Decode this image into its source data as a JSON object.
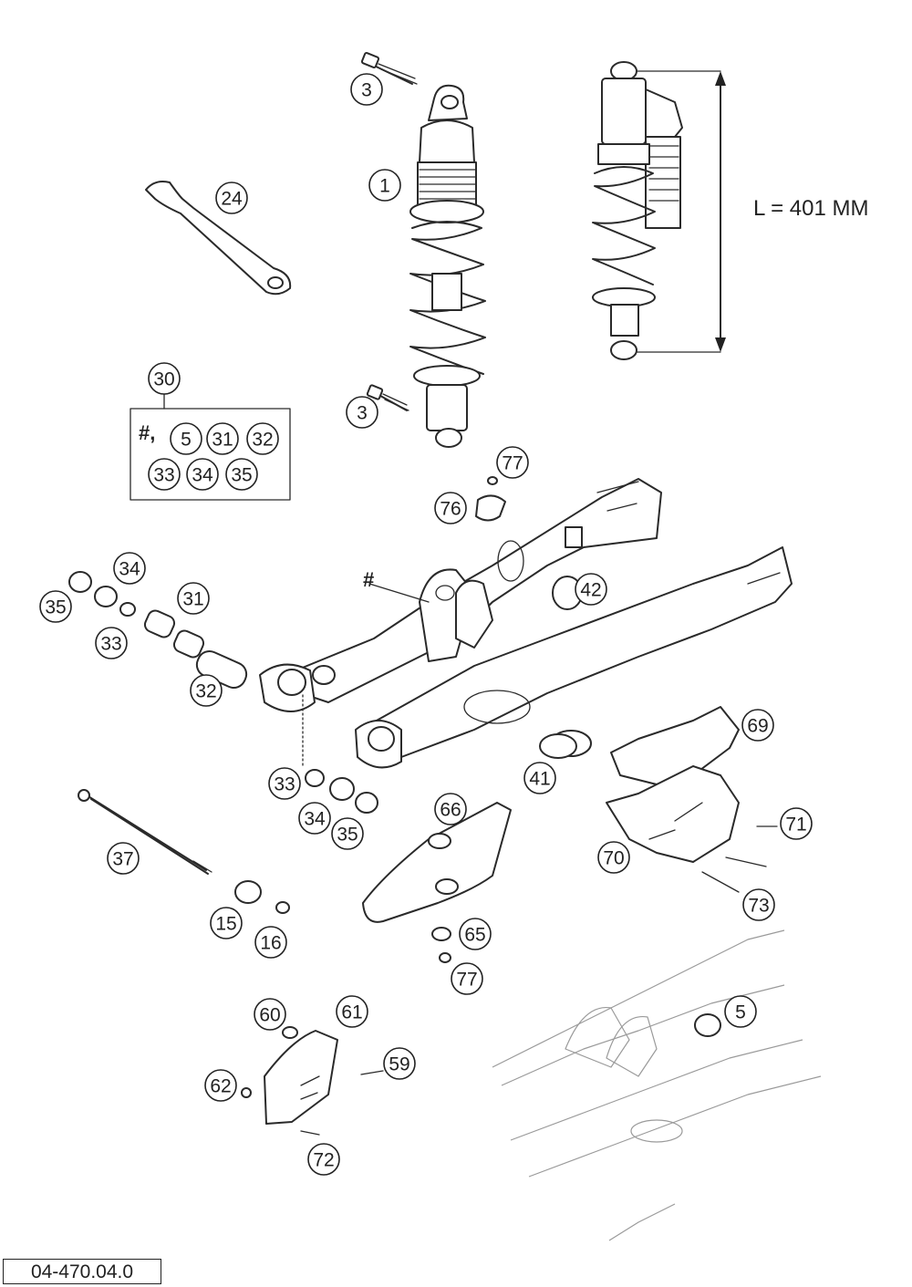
{
  "drawing_code": "04-470.04.0",
  "dimension_label": "L = 401 MM",
  "kit_prefix": "#,",
  "swingarm_marker": "#",
  "callouts": [
    {
      "id": "c3a",
      "label": "3"
    },
    {
      "id": "c24",
      "label": "24"
    },
    {
      "id": "c1",
      "label": "1"
    },
    {
      "id": "c3b",
      "label": "3"
    },
    {
      "id": "c30",
      "label": "30"
    },
    {
      "id": "c5k",
      "label": "5"
    },
    {
      "id": "c31k",
      "label": "31"
    },
    {
      "id": "c32k",
      "label": "32"
    },
    {
      "id": "c33k",
      "label": "33"
    },
    {
      "id": "c34k",
      "label": "34"
    },
    {
      "id": "c35k",
      "label": "35"
    },
    {
      "id": "c77a",
      "label": "77"
    },
    {
      "id": "c76",
      "label": "76"
    },
    {
      "id": "c34a",
      "label": "34"
    },
    {
      "id": "c35a",
      "label": "35"
    },
    {
      "id": "c31",
      "label": "31"
    },
    {
      "id": "c33a",
      "label": "33"
    },
    {
      "id": "c32",
      "label": "32"
    },
    {
      "id": "c42",
      "label": "42"
    },
    {
      "id": "c69",
      "label": "69"
    },
    {
      "id": "c41",
      "label": "41"
    },
    {
      "id": "c33b",
      "label": "33"
    },
    {
      "id": "c34b",
      "label": "34"
    },
    {
      "id": "c35b",
      "label": "35"
    },
    {
      "id": "c66",
      "label": "66"
    },
    {
      "id": "c71",
      "label": "71"
    },
    {
      "id": "c70",
      "label": "70"
    },
    {
      "id": "c37",
      "label": "37"
    },
    {
      "id": "c73",
      "label": "73"
    },
    {
      "id": "c15",
      "label": "15"
    },
    {
      "id": "c16",
      "label": "16"
    },
    {
      "id": "c65",
      "label": "65"
    },
    {
      "id": "c77b",
      "label": "77"
    },
    {
      "id": "c60",
      "label": "60"
    },
    {
      "id": "c61",
      "label": "61"
    },
    {
      "id": "c5",
      "label": "5"
    },
    {
      "id": "c59",
      "label": "59"
    },
    {
      "id": "c62",
      "label": "62"
    },
    {
      "id": "c72",
      "label": "72"
    }
  ]
}
